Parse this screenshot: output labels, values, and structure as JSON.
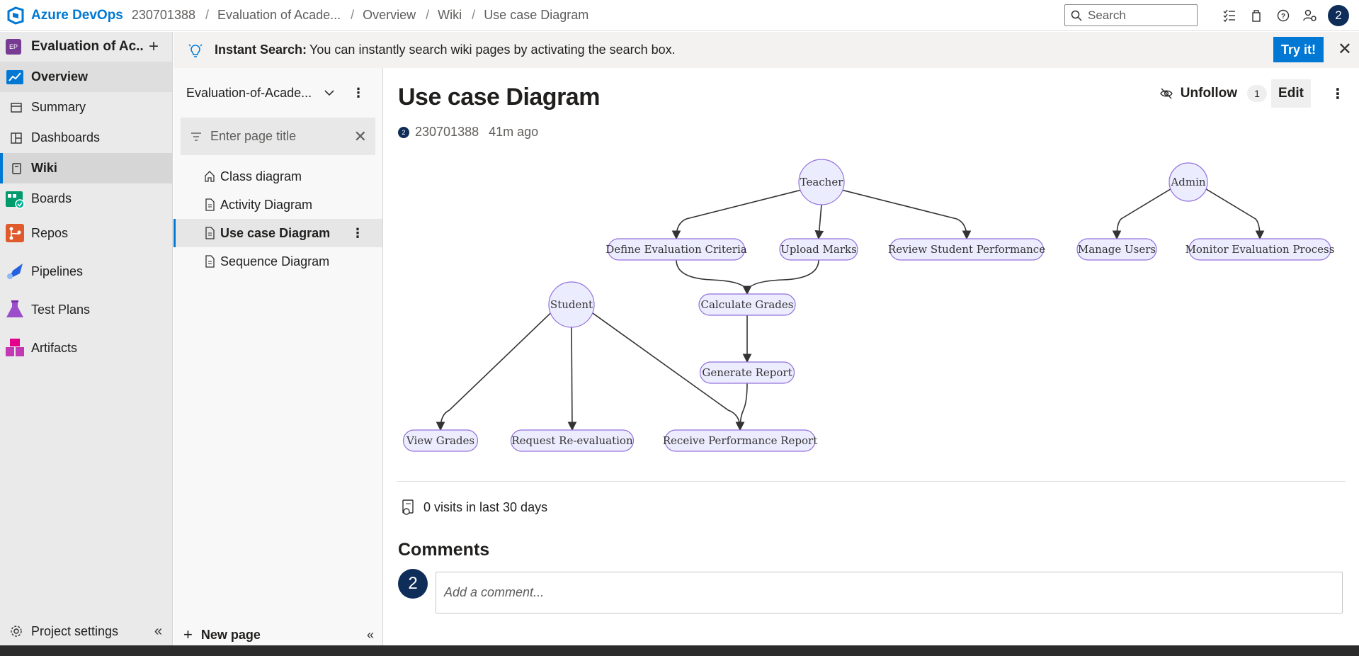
{
  "topbar": {
    "brand": "Azure DevOps",
    "breadcrumbs": [
      "230701388",
      "Evaluation of Acade...",
      "Overview",
      "Wiki",
      "Use case Diagram"
    ],
    "search_placeholder": "Search",
    "avatar": "2"
  },
  "leftnav": {
    "project_badge": "EP",
    "project_name": "Evaluation of Ac...",
    "items": [
      {
        "label": "Overview",
        "icon": "overview-icon"
      },
      {
        "label": "Summary",
        "icon": "summary-icon"
      },
      {
        "label": "Dashboards",
        "icon": "dashboards-icon"
      },
      {
        "label": "Wiki",
        "icon": "wiki-icon"
      },
      {
        "label": "Boards",
        "icon": "boards-icon"
      },
      {
        "label": "Repos",
        "icon": "repos-icon"
      },
      {
        "label": "Pipelines",
        "icon": "pipelines-icon"
      },
      {
        "label": "Test Plans",
        "icon": "test-plans-icon"
      },
      {
        "label": "Artifacts",
        "icon": "artifacts-icon"
      }
    ],
    "settings_label": "Project settings"
  },
  "banner": {
    "title": "Instant Search:",
    "message": "You can instantly search wiki pages by activating the search box.",
    "button": "Try it!"
  },
  "wiki": {
    "name": "Evaluation-of-Acade...",
    "filter_placeholder": "Enter page title",
    "pages": [
      "Class diagram",
      "Activity Diagram",
      "Use case Diagram",
      "Sequence Diagram"
    ],
    "new_page": "New page"
  },
  "page": {
    "title": "Use case Diagram",
    "author": "230701388",
    "author_avatar": "2",
    "time": "41m ago",
    "unfollow": "Unfollow",
    "follow_count": "1",
    "edit": "Edit"
  },
  "diagram": {
    "actors": [
      "Teacher",
      "Admin",
      "Student"
    ],
    "use_cases": [
      "Define Evaluation Criteria",
      "Upload Marks",
      "Review Student Performance",
      "Manage Users",
      "Monitor Evaluation Process",
      "Calculate Grades",
      "Generate Report",
      "View Grades",
      "Request Re-evaluation",
      "Receive Performance Report"
    ],
    "node_fill": "#ececff",
    "node_stroke": "#9370db"
  },
  "stats": {
    "visits": "0 visits in last 30 days"
  },
  "comments": {
    "heading": "Comments",
    "placeholder": "Add a comment...",
    "avatar": "2"
  }
}
